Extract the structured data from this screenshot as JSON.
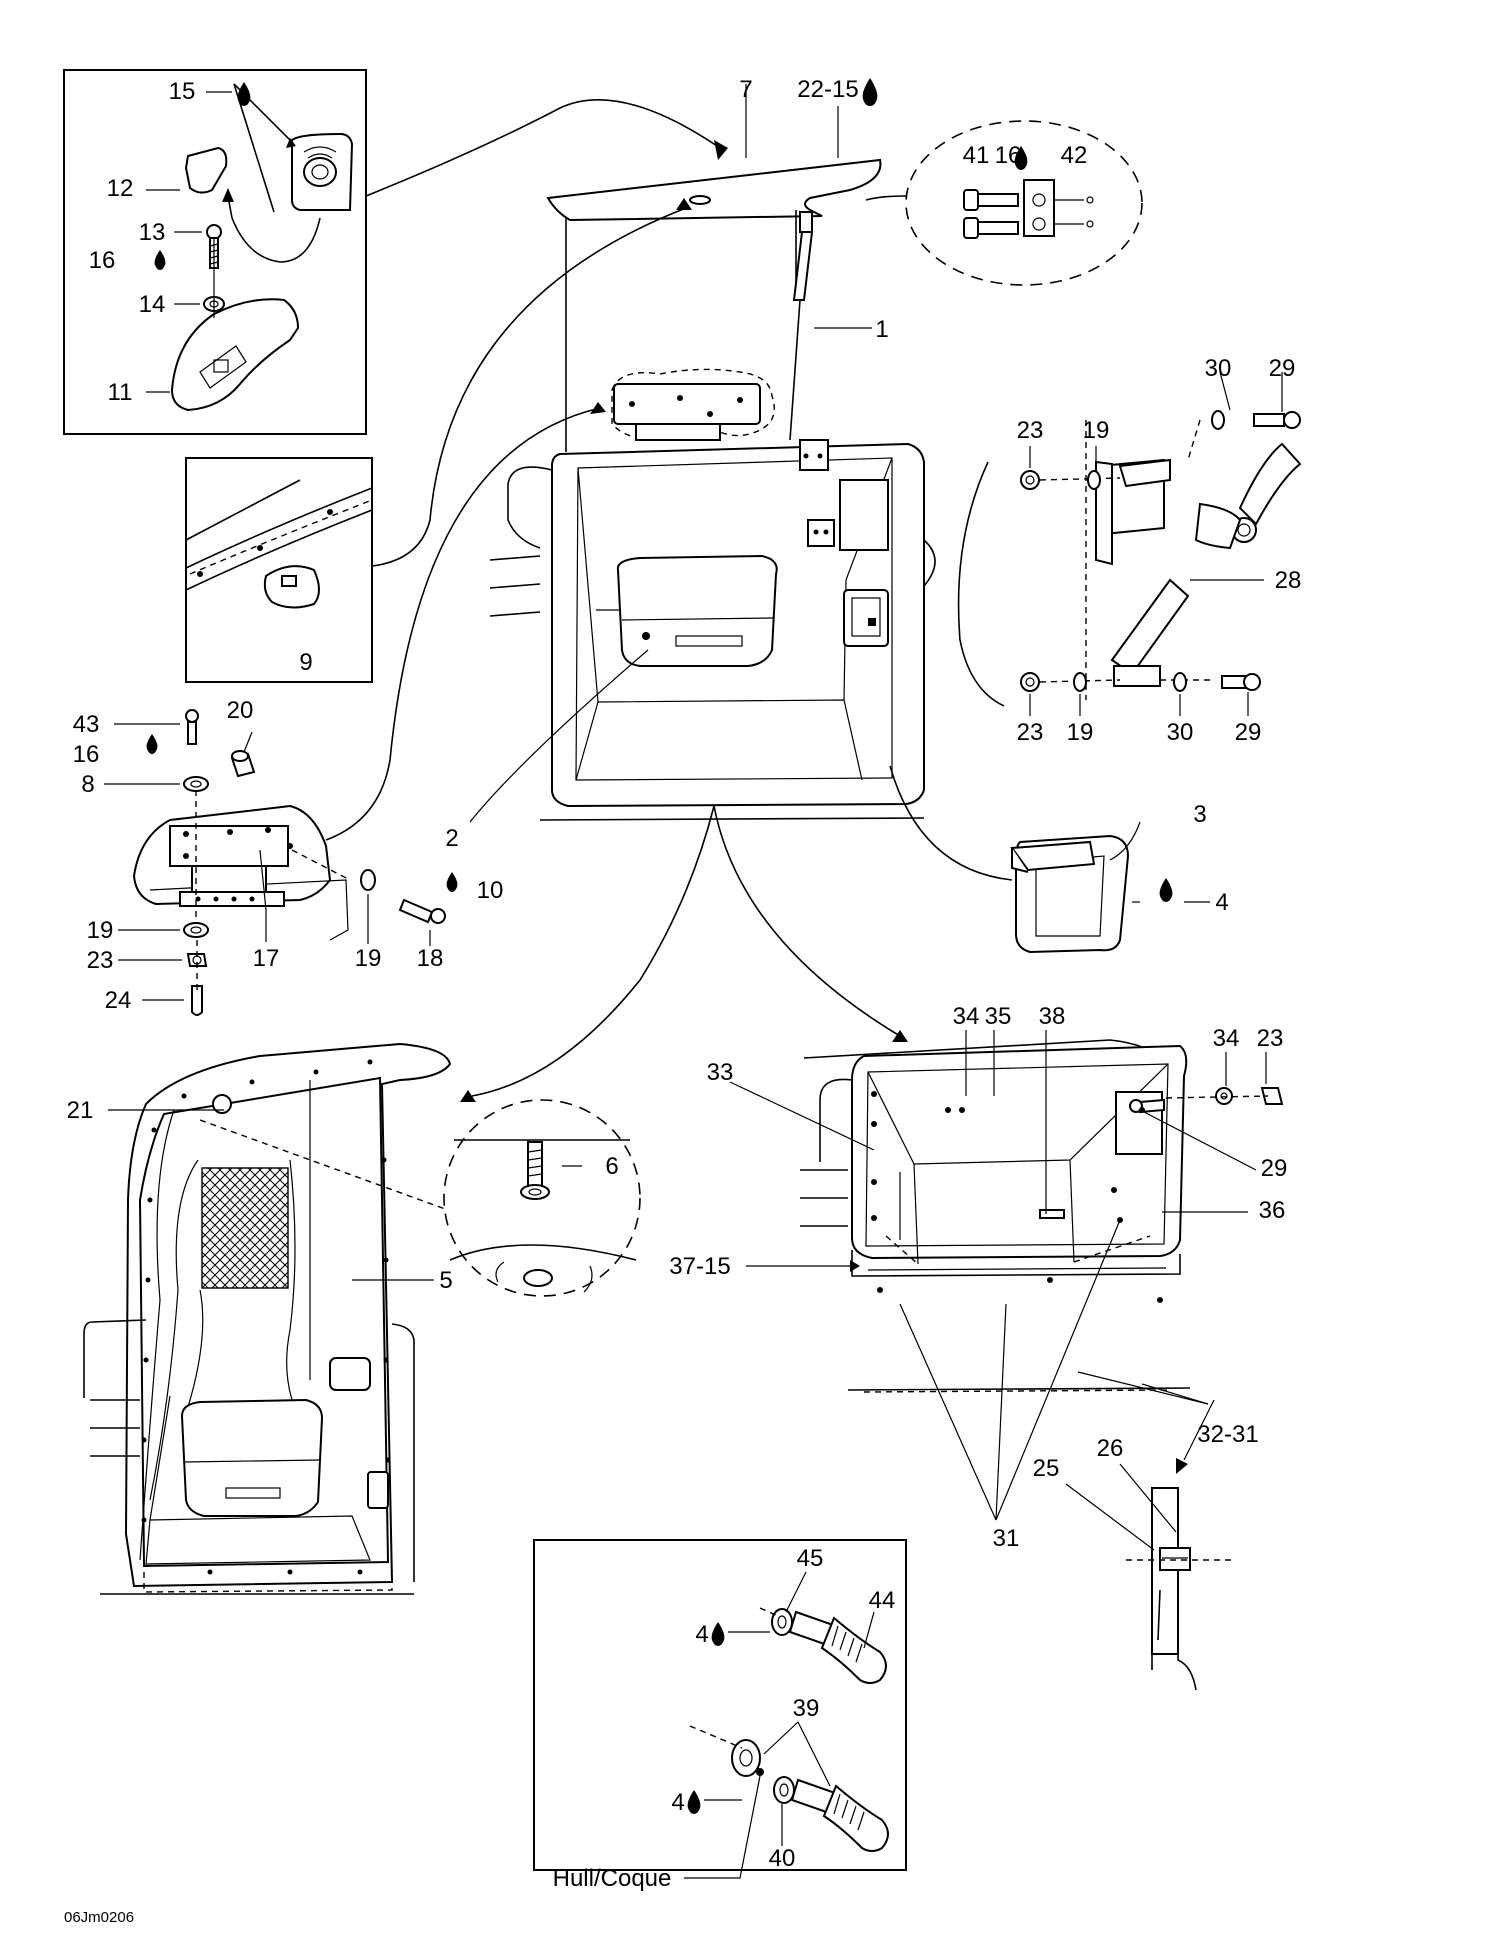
{
  "diagram_code": "06Jm0206",
  "hull_label": "Hull/Coque",
  "drop_icon": "sealant-drop-icon",
  "callouts": [
    {
      "id": "c15a",
      "text": "15"
    },
    {
      "id": "c7",
      "text": "7"
    },
    {
      "id": "c22_15",
      "text": "22-15"
    },
    {
      "id": "c41",
      "text": "41"
    },
    {
      "id": "c16a",
      "text": "16"
    },
    {
      "id": "c42",
      "text": "42"
    },
    {
      "id": "c12",
      "text": "12"
    },
    {
      "id": "c13",
      "text": "13"
    },
    {
      "id": "c16b",
      "text": "16"
    },
    {
      "id": "c14",
      "text": "14"
    },
    {
      "id": "c11",
      "text": "11"
    },
    {
      "id": "c1",
      "text": "1"
    },
    {
      "id": "c30a",
      "text": "30"
    },
    {
      "id": "c29a",
      "text": "29"
    },
    {
      "id": "c23a",
      "text": "23"
    },
    {
      "id": "c19a",
      "text": "19"
    },
    {
      "id": "c28",
      "text": "28"
    },
    {
      "id": "c9",
      "text": "9"
    },
    {
      "id": "c23b",
      "text": "23"
    },
    {
      "id": "c19b",
      "text": "19"
    },
    {
      "id": "c30b",
      "text": "30"
    },
    {
      "id": "c29b",
      "text": "29"
    },
    {
      "id": "c43",
      "text": "43"
    },
    {
      "id": "c20",
      "text": "20"
    },
    {
      "id": "c16c",
      "text": "16"
    },
    {
      "id": "c8",
      "text": "8"
    },
    {
      "id": "c2",
      "text": "2"
    },
    {
      "id": "c3",
      "text": "3"
    },
    {
      "id": "c4a",
      "text": "4"
    },
    {
      "id": "c10",
      "text": "10"
    },
    {
      "id": "c19c",
      "text": "19"
    },
    {
      "id": "c19d",
      "text": "19"
    },
    {
      "id": "c23c",
      "text": "23"
    },
    {
      "id": "c17",
      "text": "17"
    },
    {
      "id": "c18",
      "text": "18"
    },
    {
      "id": "c24",
      "text": "24"
    },
    {
      "id": "c34a",
      "text": "34"
    },
    {
      "id": "c35",
      "text": "35"
    },
    {
      "id": "c38",
      "text": "38"
    },
    {
      "id": "c34b",
      "text": "34"
    },
    {
      "id": "c23d",
      "text": "23"
    },
    {
      "id": "c33",
      "text": "33"
    },
    {
      "id": "c21",
      "text": "21"
    },
    {
      "id": "c6",
      "text": "6"
    },
    {
      "id": "c29c",
      "text": "29"
    },
    {
      "id": "c36",
      "text": "36"
    },
    {
      "id": "c5",
      "text": "5"
    },
    {
      "id": "c37_15",
      "text": "37-15"
    },
    {
      "id": "c32_31",
      "text": "32-31"
    },
    {
      "id": "c26",
      "text": "26"
    },
    {
      "id": "c25",
      "text": "25"
    },
    {
      "id": "c31",
      "text": "31"
    },
    {
      "id": "c45",
      "text": "45"
    },
    {
      "id": "c44",
      "text": "44"
    },
    {
      "id": "c4b",
      "text": "4"
    },
    {
      "id": "c39",
      "text": "39"
    },
    {
      "id": "c4c",
      "text": "4"
    },
    {
      "id": "c40",
      "text": "40"
    }
  ]
}
